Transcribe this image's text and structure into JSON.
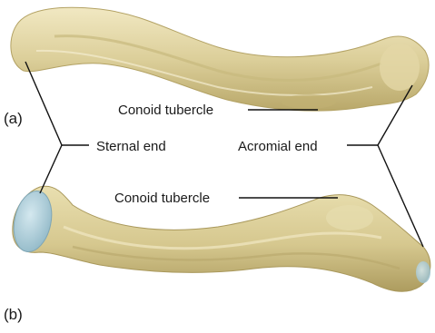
{
  "panels": {
    "a": "(a)",
    "b": "(b)"
  },
  "labels": {
    "conoid_top": "Conoid tubercle",
    "sternal_end": "Sternal end",
    "acromial_end": "Acromial end",
    "conoid_bottom": "Conoid tubercle"
  },
  "colors": {
    "bone": "#dccf9a",
    "bone_shadow": "#b9a86a",
    "bone_highlight": "#f1e8c2",
    "articular_surface": "#a9cbd8",
    "leader_lines": "#111111"
  }
}
